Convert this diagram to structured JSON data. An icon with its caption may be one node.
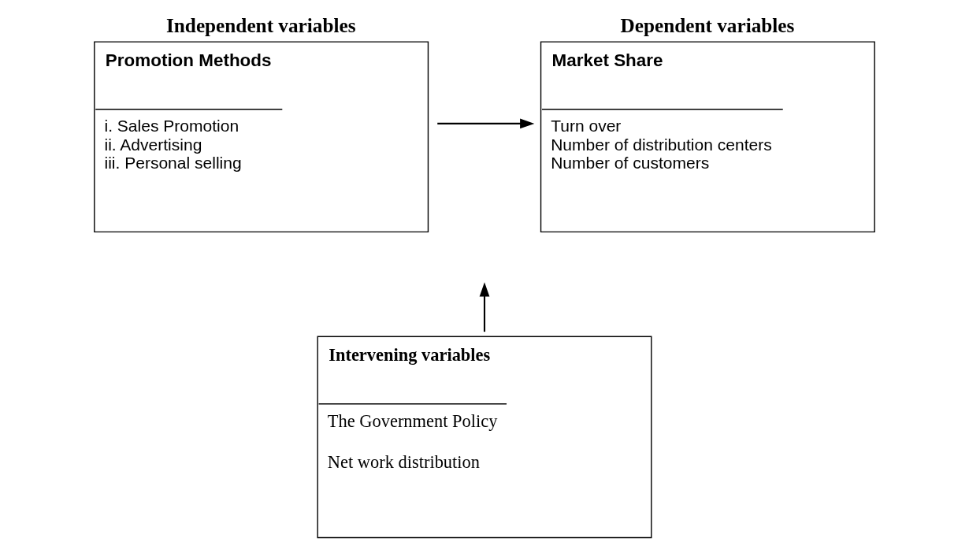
{
  "diagram": {
    "nodes": [
      {
        "text": [
          "Independent variables",
          "Promotion Methods",
          "i. Sales Promotion",
          "ii. Advertising",
          "iii. Personal selling"
        ]
      },
      {
        "text": [
          "Dependent variables",
          "Market Share",
          "Turn over",
          "Number of distribution centers",
          "Number of customers"
        ]
      },
      {
        "text": [
          "Intervening variables",
          "The Government Policy",
          "Net work distribution"
        ]
      }
    ],
    "edges": [
      {
        "from": 0,
        "to": 1,
        "arrow": "to"
      },
      {
        "from": 2,
        "to": null,
        "arrow": "to"
      }
    ]
  }
}
